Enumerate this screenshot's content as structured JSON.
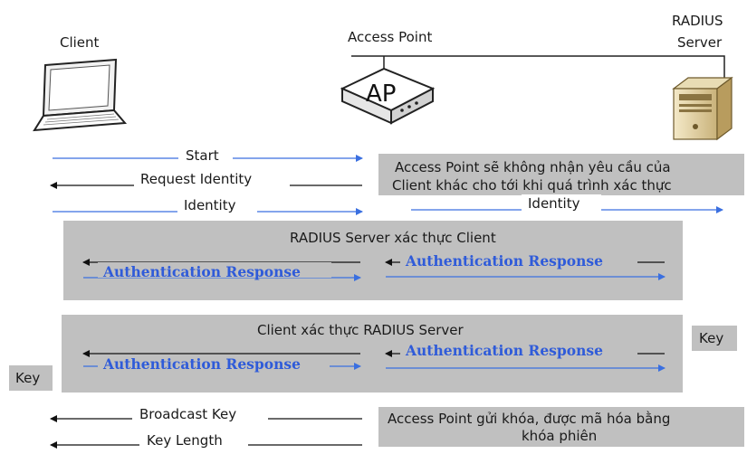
{
  "entities": {
    "client": "Client",
    "access_point": "Access Point",
    "ap_label": "AP",
    "radius_line1": "RADIUS",
    "radius_line2": "Server"
  },
  "messages": {
    "start": "Start",
    "request_identity": "Request Identity",
    "identity_left": "Identity",
    "identity_right": "Identity",
    "broadcast_key": "Broadcast Key",
    "key_length": "Key Length"
  },
  "notes": {
    "ap_block_line1": "Access Point sẽ không nhận yêu cầu của",
    "ap_block_line2": "Client khác cho tới khi quá trình xác thực",
    "ap_send_line1": "Access Point gửi khóa, được mã hóa bằng",
    "ap_send_line2": "khóa phiên"
  },
  "phase1": {
    "title": "RADIUS Server xác thực Client",
    "left_label": "Authentication Response",
    "right_label": "Authentication Response"
  },
  "phase2": {
    "title": "Client xác thực RADIUS Server",
    "left_label": "Authentication Response",
    "right_label": "Authentication Response"
  },
  "keys": {
    "left": "Key",
    "right": "Key"
  },
  "colors": {
    "blue_arrow": "#3a6fe0",
    "black_arrow": "#111111",
    "gray_box": "#c0c0c0",
    "auth_text": "#2f5bd9"
  }
}
